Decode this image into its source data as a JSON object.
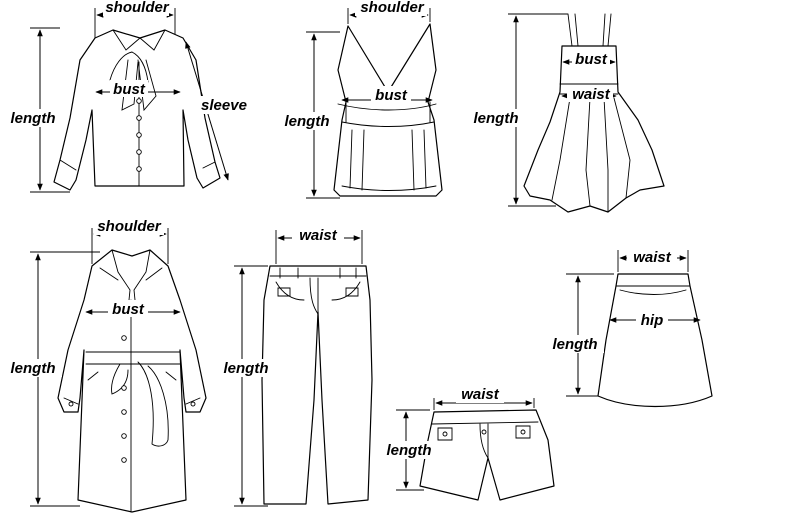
{
  "labels": {
    "blouse": {
      "shoulder": "shoulder",
      "bust": "bust",
      "sleeve": "sleeve",
      "length": "length"
    },
    "tank_top": {
      "shoulder": "shoulder",
      "bust": "bust",
      "length": "length"
    },
    "dress": {
      "bust": "bust",
      "waist": "waist",
      "length": "length"
    },
    "coat": {
      "shoulder": "shoulder",
      "bust": "bust",
      "length": "length"
    },
    "pants": {
      "waist": "waist",
      "length": "length"
    },
    "shorts": {
      "waist": "waist",
      "length": "length"
    },
    "skirt": {
      "waist": "waist",
      "hip": "hip",
      "length": "length"
    }
  },
  "colors": {
    "line": "#000000",
    "background": "#ffffff"
  }
}
